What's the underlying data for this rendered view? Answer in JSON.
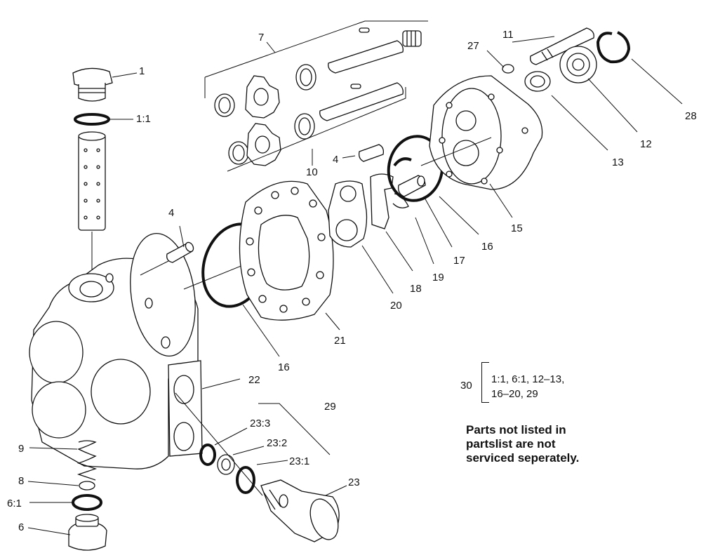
{
  "callouts": {
    "c1": "1",
    "c1_1": "1:1",
    "c4a": "4",
    "c4b": "4",
    "c6": "6",
    "c6_1": "6:1",
    "c7": "7",
    "c8": "8",
    "c9": "9",
    "c10": "10",
    "c11": "11",
    "c12": "12",
    "c13": "13",
    "c15": "15",
    "c16a": "16",
    "c16b": "16",
    "c17": "17",
    "c18": "18",
    "c19": "19",
    "c20": "20",
    "c21": "21",
    "c22": "22",
    "c23": "23",
    "c23_1": "23:1",
    "c23_2": "23:2",
    "c23_3": "23:3",
    "c27": "27",
    "c28": "28",
    "c29": "29"
  },
  "kit": {
    "number": "30",
    "line1": "1:1, 6:1, 12–13,",
    "line2": "16–20, 29"
  },
  "note": {
    "line1": "Parts not listed in",
    "line2": "partslist are not",
    "line3": "serviced seperately."
  }
}
